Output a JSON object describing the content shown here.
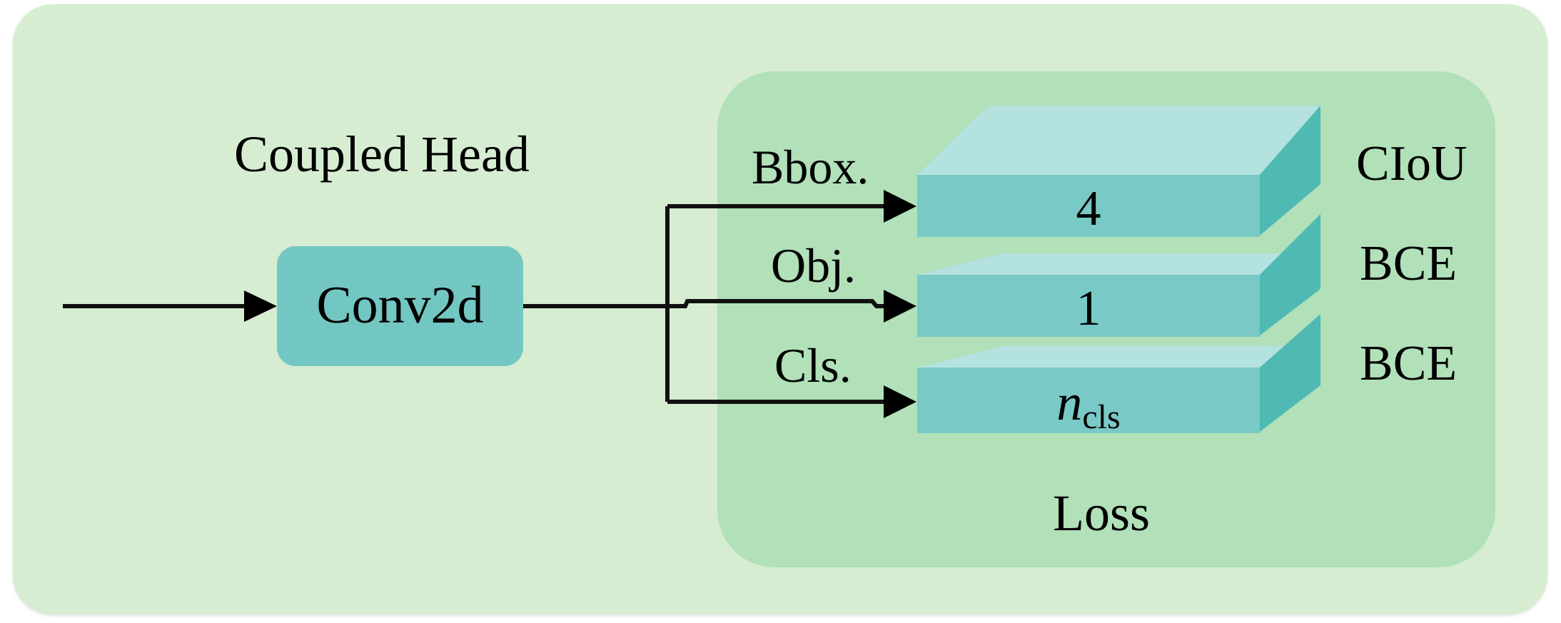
{
  "title": "Coupled Head",
  "conv_block": {
    "label": "Conv2d"
  },
  "branches": [
    {
      "name": "Bbox.",
      "channels": "4",
      "loss": "CIoU"
    },
    {
      "name": "Obj.",
      "channels": "1",
      "loss": "BCE"
    },
    {
      "name": "Cls.",
      "channels_base": "n",
      "channels_sub": "cls",
      "loss": "BCE"
    }
  ],
  "loss_panel": {
    "label": "Loss"
  },
  "colors": {
    "outer_bg": "#d6edd2",
    "loss_panel_bg": "#b1e0b9",
    "block_front": "#79c9c6",
    "block_top": "#b4e2df",
    "block_side": "#4fb9b4",
    "conv_bg": "#73c7c3",
    "arrow": "#111111"
  }
}
